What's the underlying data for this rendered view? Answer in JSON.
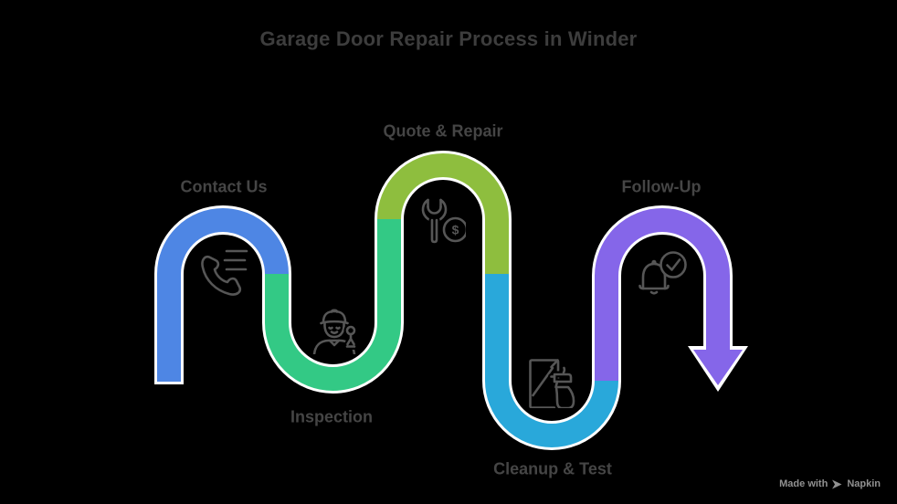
{
  "title": "Garage Door Repair Process in Winder",
  "steps": [
    {
      "label": "Contact Us",
      "color": "#4e86e4",
      "icon": "phone-lines-icon"
    },
    {
      "label": "Inspection",
      "color": "#33c985",
      "icon": "worker-hardhat-icon"
    },
    {
      "label": "Quote & Repair",
      "color": "#8ebe3e",
      "icon": "wrench-dollar-icon"
    },
    {
      "label": "Cleanup & Test",
      "color": "#29a8da",
      "icon": "panel-spray-icon"
    },
    {
      "label": "Follow-Up",
      "color": "#8566e9",
      "icon": "bell-check-icon"
    }
  ],
  "watermark": {
    "prefix": "Made with",
    "brand": "Napkin"
  },
  "ui_colors": {
    "background": "#000000",
    "title_text": "#3d3d3d",
    "label_text": "#454545",
    "icon_stroke": "#565656",
    "path_outline": "#ffffff",
    "watermark_text": "#919191"
  }
}
